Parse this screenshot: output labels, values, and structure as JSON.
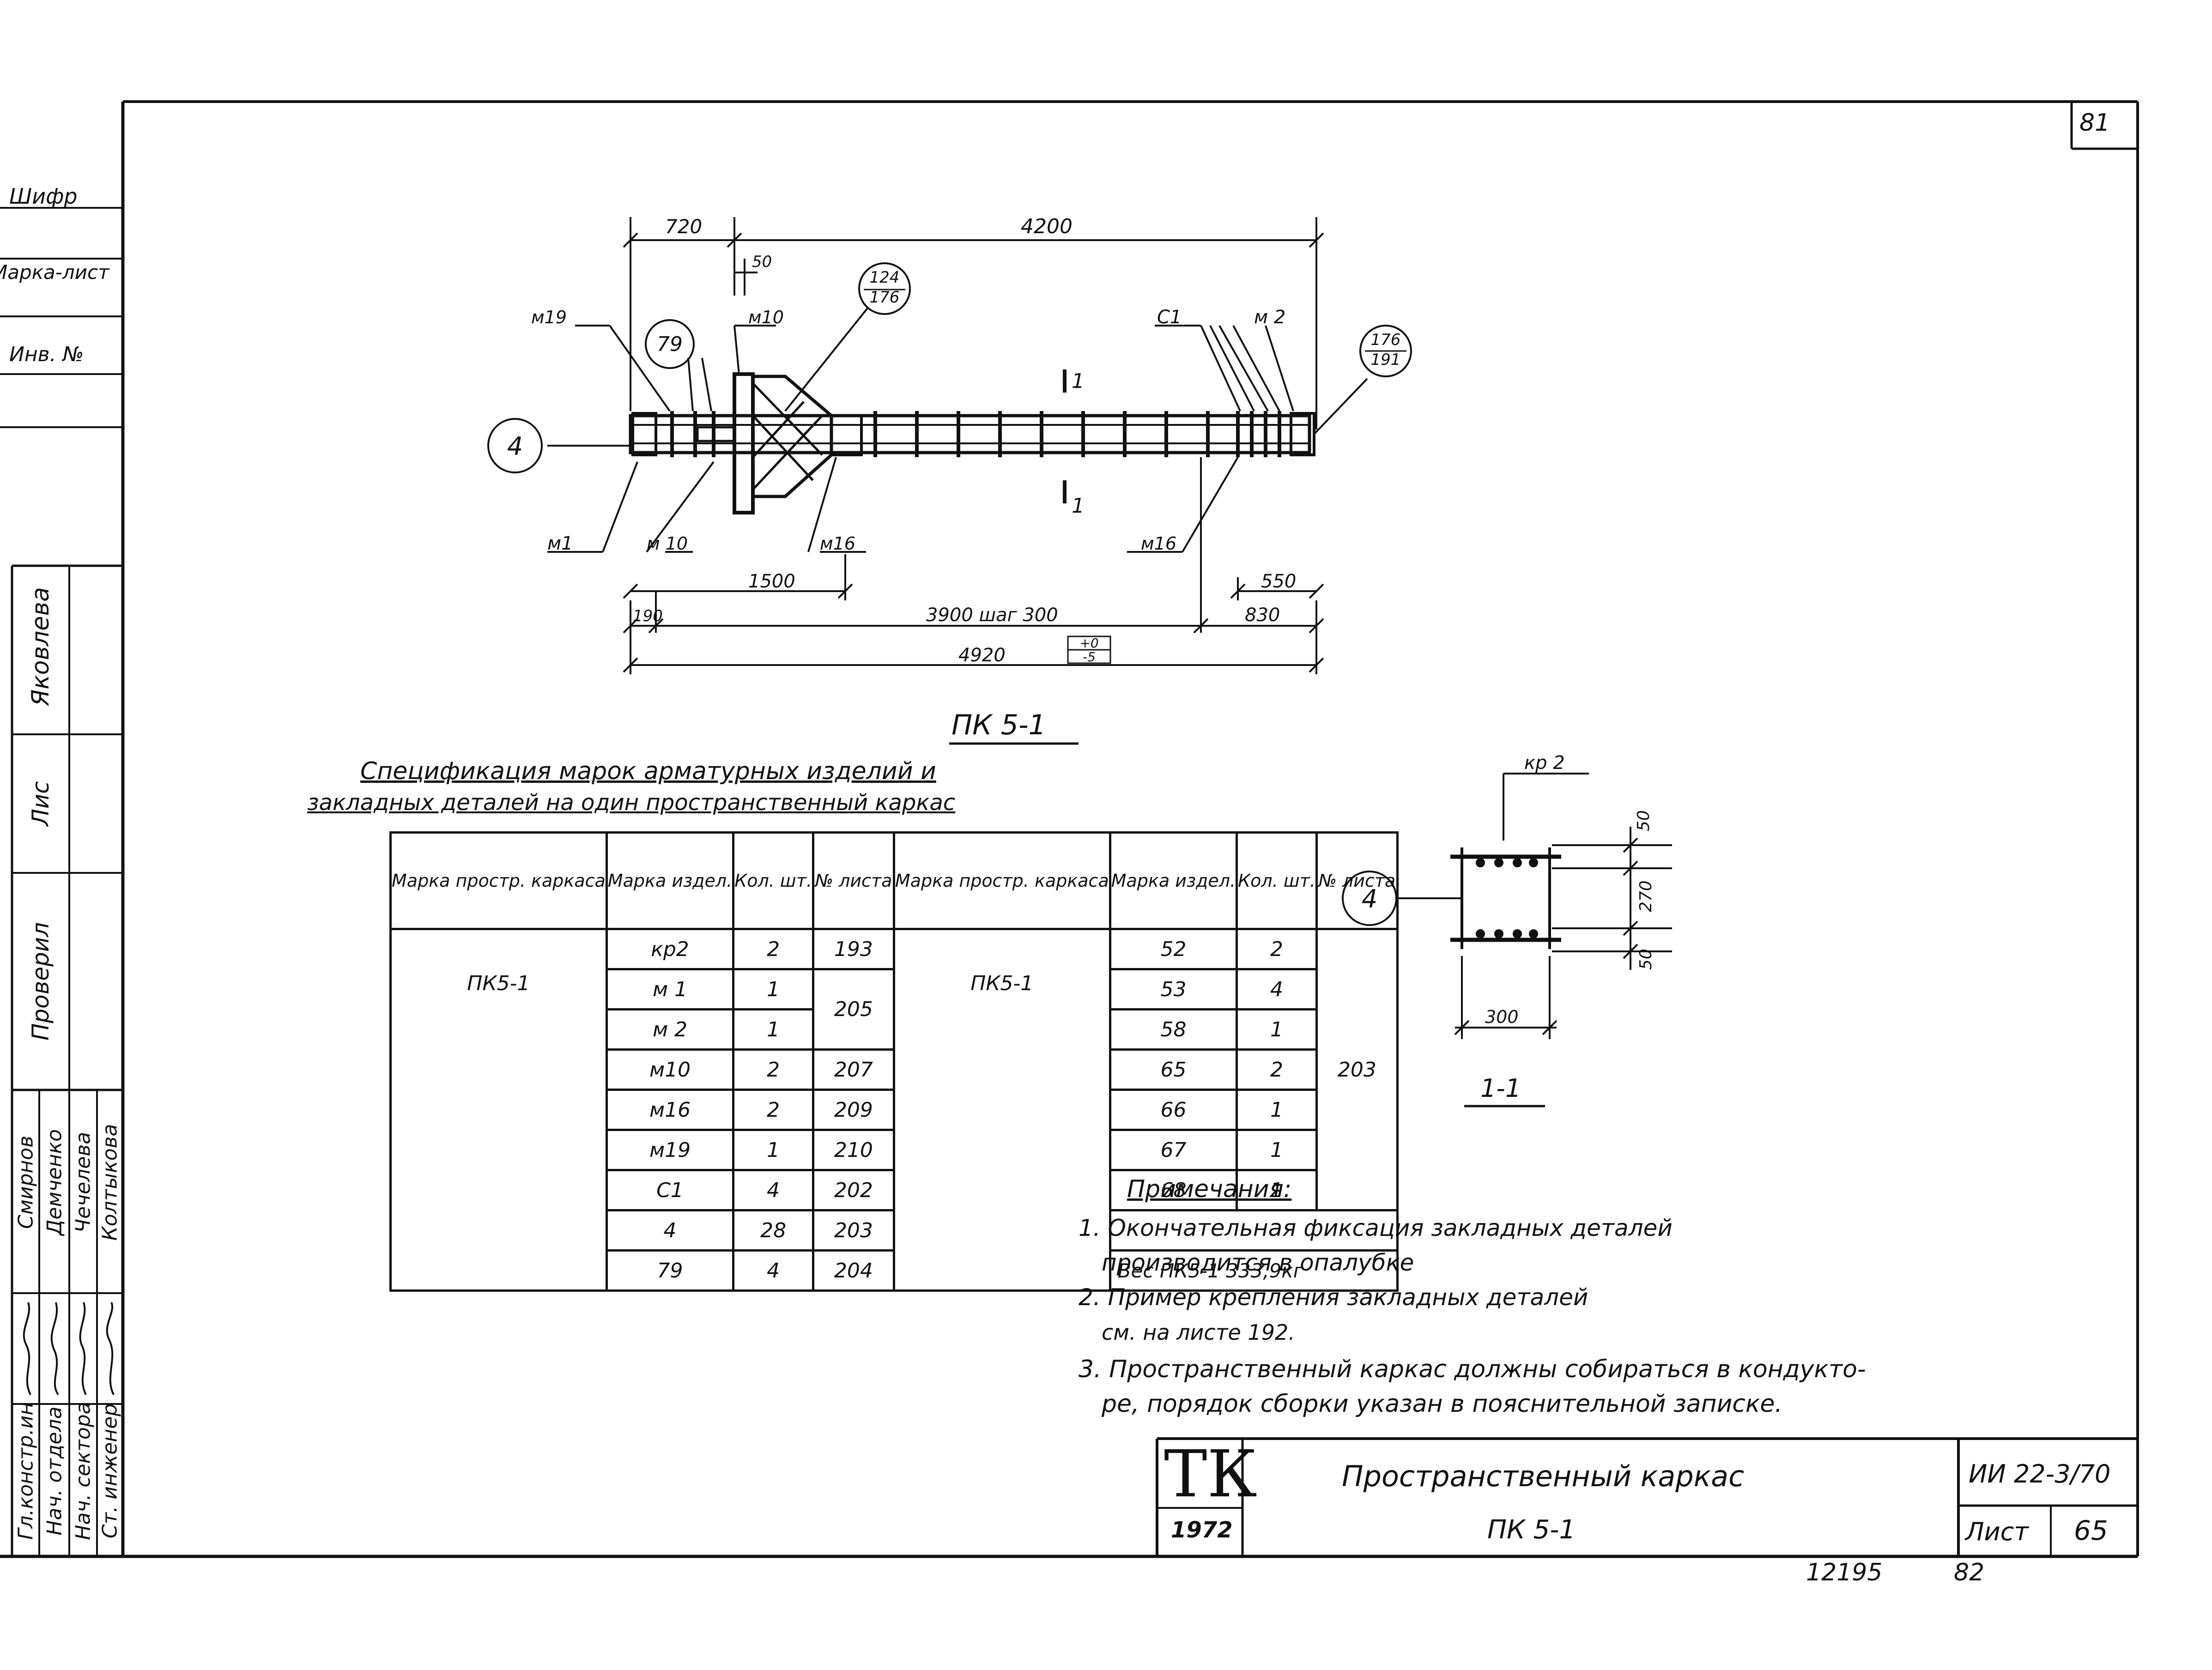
{
  "sheet": {
    "sheet_number": "81",
    "series_code": "ИИ 22-3/70",
    "list_label": "Лист",
    "list_number": "65",
    "org_logo": "ТК",
    "year": "1972",
    "title_line1": "Пространственный каркас",
    "title_line2": "ПК 5-1",
    "bottom_number_left": "12195",
    "bottom_number_right": "82"
  },
  "left_stamp": {
    "shifr": "Шифр",
    "marka_list": "Марка-лист",
    "inv": "Инв. №"
  },
  "signatures": {
    "checked_by": "Яковлева",
    "checked_label": "Проверил",
    "rows": [
      {
        "role": "Гл.констр.ин",
        "name": "Смирнов"
      },
      {
        "role": "Нач. отдела",
        "name": "Демченко"
      },
      {
        "role": "Нач. сектора",
        "name": "Чечелева"
      },
      {
        "role": "Ст. инженер",
        "name": "Колтыкова"
      }
    ]
  },
  "drawing": {
    "dims": {
      "d720": "720",
      "d4200": "4200",
      "d50": "50",
      "d1500": "1500",
      "d190": "190",
      "d3900": "3900 шаг 300",
      "d550": "550",
      "d830": "830",
      "d4920": "4920",
      "tol_plus": "+0",
      "tol_minus": "-5"
    },
    "labels": {
      "m19": "м19",
      "m10a": "м10",
      "m10b": "м 10",
      "m1": "м1",
      "m16a": "м16",
      "m16b": "м16",
      "c1": "С1",
      "m2": "м 2",
      "mark4": "4",
      "mark79": "79",
      "bub1_top": "124",
      "bub1_bot": "176",
      "bub2_top": "176",
      "bub2_bot": "191",
      "section_mark": "1"
    },
    "caption": "ПК 5-1"
  },
  "section": {
    "kr2": "кр 2",
    "mark4": "4",
    "d50a": "50",
    "d270": "270",
    "d50b": "50",
    "d300": "300",
    "caption": "1-1"
  },
  "spec": {
    "title_line1": "Спецификация марок арматурных изделий и",
    "title_line2": "закладных деталей на один пространственный каркас",
    "headers": {
      "frame": "Марка простр. каркаса",
      "item": "Марка издел.",
      "qty": "Кол. шт.",
      "sheet": "№ листа"
    },
    "frame_name": "ПК5-1",
    "left_rows": [
      {
        "item": "кр2",
        "qty": "2",
        "sheet": "193"
      },
      {
        "item": "м 1",
        "qty": "1",
        "sheet": "205"
      },
      {
        "item": "м 2",
        "qty": "1",
        "sheet": ""
      },
      {
        "item": "м10",
        "qty": "2",
        "sheet": "207"
      },
      {
        "item": "м16",
        "qty": "2",
        "sheet": "209"
      },
      {
        "item": "м19",
        "qty": "1",
        "sheet": "210"
      },
      {
        "item": "С1",
        "qty": "4",
        "sheet": "202"
      },
      {
        "item": "4",
        "qty": "28",
        "sheet": "203"
      },
      {
        "item": "79",
        "qty": "4",
        "sheet": "204"
      }
    ],
    "right_rows": [
      {
        "item": "52",
        "qty": "2"
      },
      {
        "item": "53",
        "qty": "4"
      },
      {
        "item": "58",
        "qty": "1"
      },
      {
        "item": "65",
        "qty": "2"
      },
      {
        "item": "66",
        "qty": "1"
      },
      {
        "item": "67",
        "qty": "1"
      },
      {
        "item": "68",
        "qty": "1"
      }
    ],
    "right_sheet": "203",
    "weight": "Вес ПК5-1 333,9кг"
  },
  "notes": {
    "heading": "Примечания:",
    "lines": [
      "1. Окончательная фиксация закладных деталей",
      "производится в опалубке",
      "2. Пример крепления закладных деталей",
      "см. на листе 192.",
      "3. Пространственный каркас должны собираться в кондукто-",
      "ре, порядок сборки указан в пояснительной записке."
    ]
  }
}
